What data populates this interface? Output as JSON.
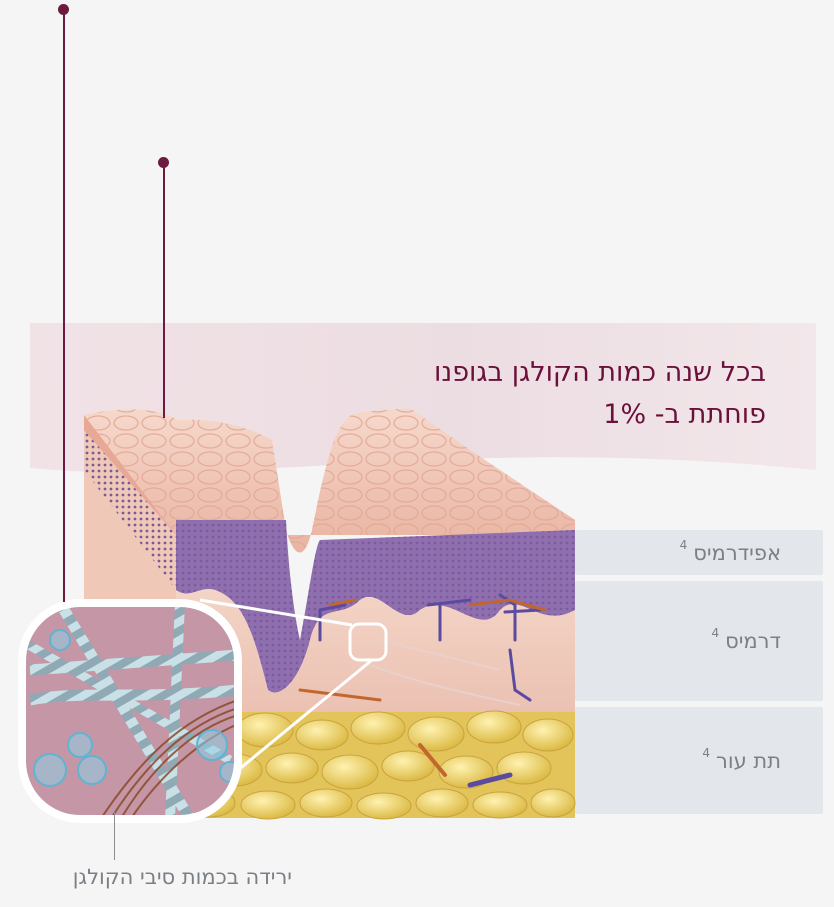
{
  "headline": {
    "line1": "בכל שנה כמות הקולגן בגופנו",
    "line2": "פוחתת ב- 1%"
  },
  "layers": [
    {
      "label": "אפידרמיס",
      "sup": "4"
    },
    {
      "label": "דרמיס",
      "sup": "4"
    },
    {
      "label": "תת עור",
      "sup": "4"
    }
  ],
  "magnifier_caption": "ירידה בכמות סיבי הקולגן",
  "colors": {
    "accent": "#6b1a40",
    "epidermis_surface": "#f0c4b5",
    "epidermis_base": "#8a6aa8",
    "dermis": "#f2cfc0",
    "fat": "#e9cf5e",
    "collagen_fiber": "#b9d3da"
  }
}
